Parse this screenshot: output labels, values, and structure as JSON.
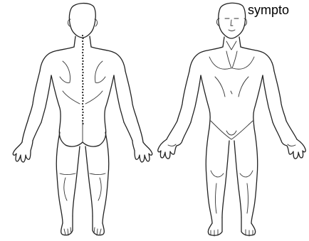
{
  "caption": "sympto",
  "figures": [
    {
      "view": "posterior",
      "icon": "body-back-icon"
    },
    {
      "view": "anterior",
      "icon": "body-front-icon"
    }
  ],
  "spine_marker_count": 32,
  "colors": {
    "background": "#ffffff",
    "line": "#222222"
  }
}
